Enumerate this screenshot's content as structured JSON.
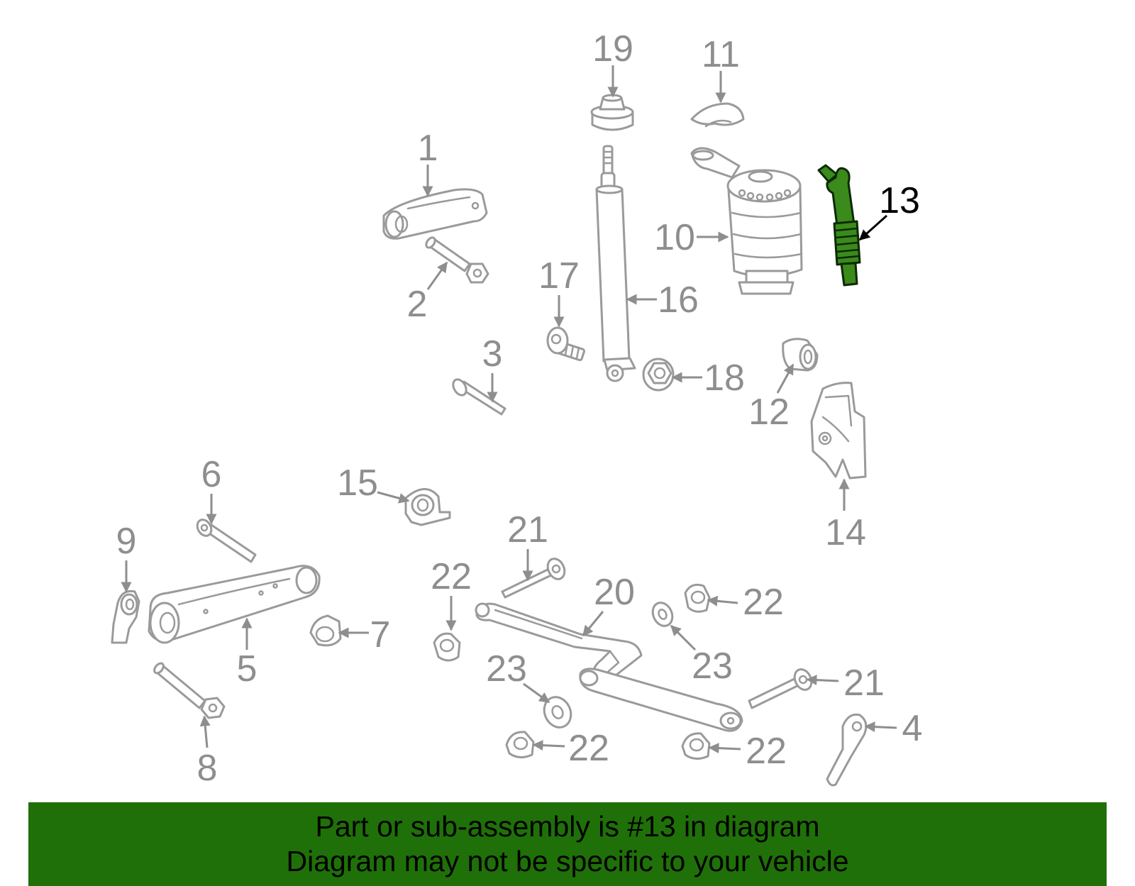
{
  "callouts": {
    "c1": "1",
    "c2": "2",
    "c3": "3",
    "c4": "4",
    "c5": "5",
    "c6": "6",
    "c7": "7",
    "c8": "8",
    "c9": "9",
    "c10": "10",
    "c11": "11",
    "c12": "12",
    "c13": "13",
    "c14": "14",
    "c15": "15",
    "c16": "16",
    "c17": "17",
    "c18": "18",
    "c19": "19",
    "c20": "20",
    "c21a": "21",
    "c21b": "21",
    "c22a": "22",
    "c22b": "22",
    "c22c": "22",
    "c22d": "22",
    "c23a": "23",
    "c23b": "23"
  },
  "highlighted_part": "13",
  "banner": {
    "line1": "Part or sub-assembly is #13 in diagram",
    "line2": "Diagram may not be specific to your vehicle"
  },
  "colors": {
    "banner_background": "#1f7008",
    "highlight_part": "#3b8a1c",
    "part_outline": "#9a9a9a",
    "callout_text": "#8e8e8e"
  }
}
